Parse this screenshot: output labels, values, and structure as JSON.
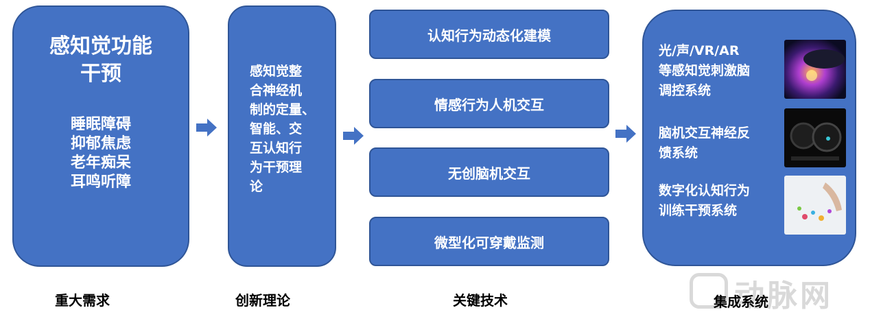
{
  "demand": {
    "title_line1": "感知觉功能",
    "title_line2": "干预",
    "items": [
      "睡眠障碍",
      "抑郁焦虑",
      "老年痴呆",
      "耳鸣听障"
    ]
  },
  "theory": {
    "lines": [
      "感知觉整",
      "合神经机",
      "制的定量、",
      "智能、交",
      "互认知行",
      "为干预理",
      "论"
    ]
  },
  "tech": {
    "items": [
      "认知行为动态化建模",
      "情感行为人机交互",
      "无创脑机交互",
      "微型化可穿戴监测"
    ]
  },
  "systems": [
    {
      "lines": [
        "光/声/VR/AR",
        "等感知觉刺激脑",
        "调控系统"
      ]
    },
    {
      "lines": [
        "脑机交互神经反",
        "馈系统"
      ]
    },
    {
      "lines": [
        "数字化认知行为",
        "训练干预系统"
      ]
    }
  ],
  "labels": {
    "demand": "重大需求",
    "theory": "创新理论",
    "tech": "关键技术",
    "system": "集成系统"
  },
  "watermark": "动脉网",
  "colors": {
    "box": "#4472c4",
    "arrow": "#4472c4",
    "watermark": "#d9d9d9"
  }
}
